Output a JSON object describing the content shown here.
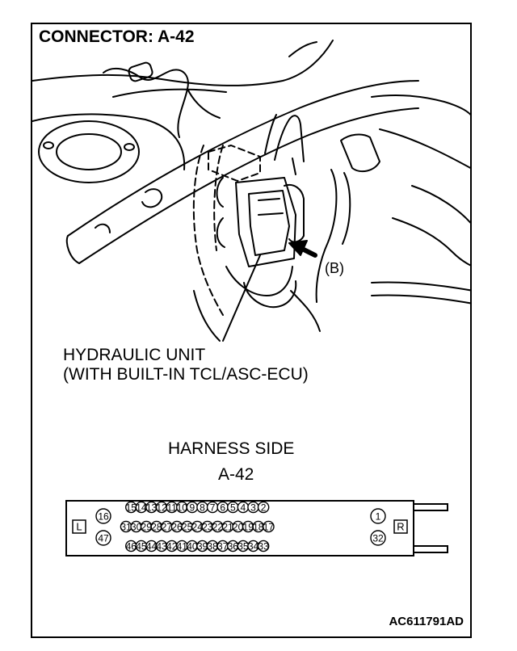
{
  "title": "CONNECTOR: A-42",
  "callout_label": "(B)",
  "component_label": {
    "line1": "HYDRAULIC UNIT",
    "line2": "(WITH BUILT-IN TCL/ASC-ECU)"
  },
  "harness": {
    "side_label": "HARNESS SIDE",
    "connector_id": "A-42",
    "left_marker": "L",
    "right_marker": "R",
    "left_pins": [
      "16",
      "47"
    ],
    "right_pins": [
      "1",
      "32"
    ],
    "rows": [
      [
        "15",
        "14",
        "13",
        "12",
        "11",
        "10",
        "9",
        "8",
        "7",
        "6",
        "5",
        "4",
        "3",
        "2"
      ],
      [
        "31",
        "30",
        "29",
        "28",
        "27",
        "26",
        "25",
        "24",
        "23",
        "22",
        "21",
        "20",
        "19",
        "18",
        "17"
      ],
      [
        "46",
        "45",
        "44",
        "43",
        "42",
        "41",
        "40",
        "39",
        "38",
        "37",
        "36",
        "35",
        "34",
        "33"
      ]
    ]
  },
  "figure_code": "AC611791AD"
}
